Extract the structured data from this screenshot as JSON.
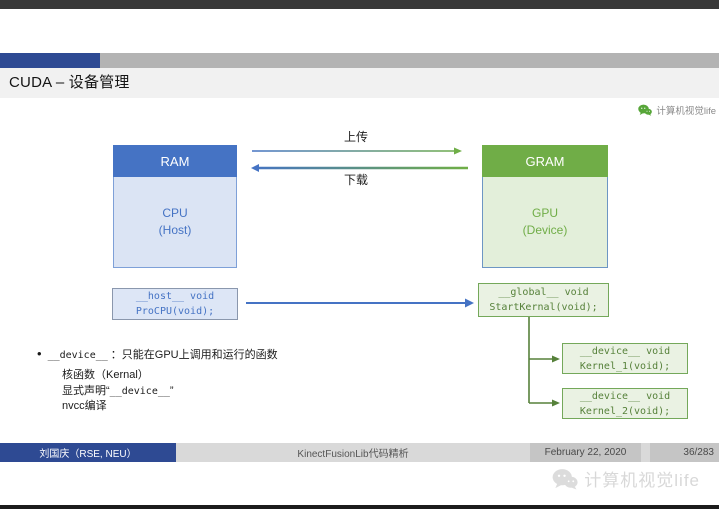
{
  "title": "CUDA – 设备管理",
  "watermark": {
    "top_label": "计算机视觉life",
    "bottom_label": "计算机视觉life"
  },
  "diagram": {
    "ram": {
      "header": "RAM",
      "line1": "CPU",
      "line2": "(Host)"
    },
    "gram": {
      "header": "GRAM",
      "line1": "GPU",
      "line2": "(Device)"
    },
    "arrows": {
      "upload": "上传",
      "download": "下载"
    },
    "host_code": {
      "line1": "__host__ void",
      "line2": "ProCPU(void);"
    },
    "global_code": {
      "line1": "__global__ void",
      "line2": "StartKernal(void);"
    },
    "device1_code": {
      "line1": "__device__ void",
      "line2": "Kernel_1(void);"
    },
    "device2_code": {
      "line1": "__device__ void",
      "line2": "Kernel_2(void);"
    }
  },
  "notes": {
    "bullet_code": "__device__",
    "bullet_text": "：只能在GPU上调用和运行的函数",
    "sub1": "核函数（Kernal）",
    "sub2_prefix": "显式声明“",
    "sub2_code": "__device__",
    "sub2_suffix": "”",
    "sub3": "nvcc编译"
  },
  "footer": {
    "author": "刘国庆（RSE, NEU）",
    "deck_title": "KinectFusionLib代码精析",
    "date": "February 22, 2020",
    "page": "36/283"
  },
  "colors": {
    "navy": "#2e4a93",
    "bar_gray": "#b3b3b3",
    "ram_header": "#4573c4",
    "ram_body": "#dbe4f4",
    "gram_header": "#70ad47",
    "gram_body": "#e3efda",
    "code_green_text": "#56813a",
    "wechat_green": "#57a639"
  }
}
